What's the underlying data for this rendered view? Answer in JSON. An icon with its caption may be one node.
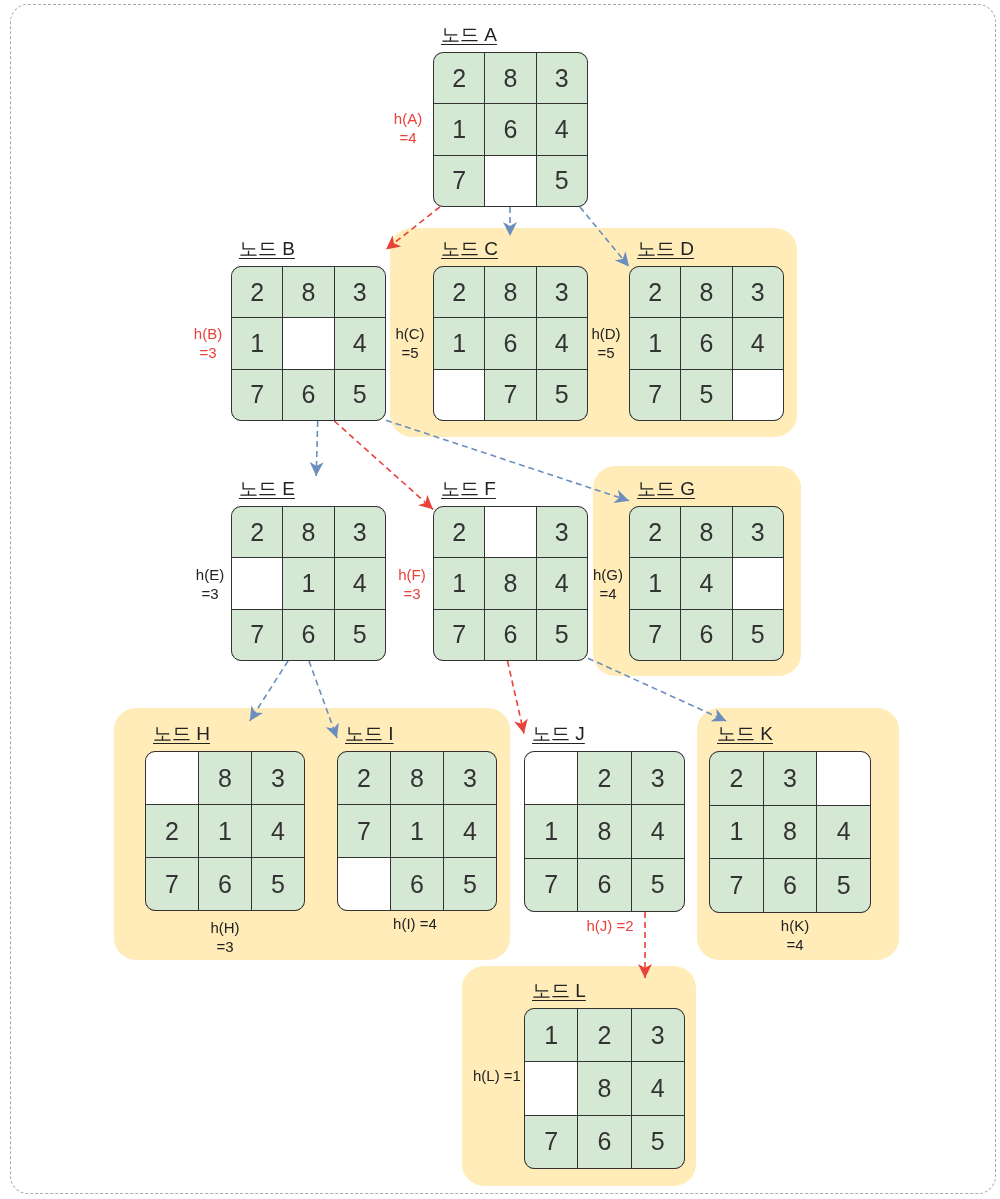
{
  "diagram": {
    "nodes": [
      {
        "text": [
          "노드 A"
        ],
        "beside": [
          "h(A) =4"
        ]
      },
      {
        "text": [
          "노드 B"
        ],
        "beside": [
          "h(B) =3"
        ]
      },
      {
        "text": [],
        "shape": "box"
      },
      {
        "text": [
          "노드 C"
        ],
        "beside": [
          "h(C) =5"
        ],
        "in": 2
      },
      {
        "text": [
          "노드 D"
        ],
        "beside": [
          "h(D) =5"
        ],
        "in": 2
      },
      {
        "text": [
          "노드 E"
        ],
        "beside": [
          "h(E) =3"
        ]
      },
      {
        "text": [
          "노드 F"
        ],
        "beside": [
          "h(F) =3"
        ]
      },
      {
        "text": [],
        "shape": "box"
      },
      {
        "text": [
          "노드 G"
        ],
        "beside": [
          "h(G) =4"
        ],
        "in": 7
      },
      {
        "text": [],
        "shape": "box"
      },
      {
        "text": [
          "노드 H"
        ],
        "beside": [
          "h(H) =3"
        ],
        "in": 9
      },
      {
        "text": [
          "노드 I"
        ],
        "beside": [
          "h(I) =4"
        ],
        "in": 9
      },
      {
        "text": [
          "노드 J"
        ],
        "beside": [
          "h(J) =2"
        ]
      },
      {
        "text": [],
        "shape": "box"
      },
      {
        "text": [
          "노드 K"
        ],
        "beside": [
          "h(K) =4"
        ],
        "in": 13
      },
      {
        "text": [],
        "shape": "box"
      },
      {
        "text": [
          "노드 L"
        ],
        "beside": [
          "h(L) =1"
        ],
        "in": 15
      },
      {
        "text": [
          "2"
        ],
        "in": 0
      },
      {
        "text": [
          "8"
        ],
        "in": 0
      },
      {
        "text": [
          "3"
        ],
        "in": 0
      },
      {
        "text": [
          "1"
        ],
        "in": 0
      },
      {
        "text": [
          "6"
        ],
        "in": 0
      },
      {
        "text": [
          "4"
        ],
        "in": 0
      },
      {
        "text": [
          "7"
        ],
        "in": 0
      },
      {
        "text": [],
        "shape": "box",
        "in": 0
      },
      {
        "text": [
          "5"
        ],
        "in": 0
      },
      {
        "text": [
          "2"
        ],
        "in": 1
      },
      {
        "text": [
          "8"
        ],
        "in": 1
      },
      {
        "text": [
          "3"
        ],
        "in": 1
      },
      {
        "text": [
          "1"
        ],
        "in": 1
      },
      {
        "text": [],
        "shape": "box",
        "in": 1
      },
      {
        "text": [
          "4"
        ],
        "in": 1
      },
      {
        "text": [
          "7"
        ],
        "in": 1
      },
      {
        "text": [
          "6"
        ],
        "in": 1
      },
      {
        "text": [
          "5"
        ],
        "in": 1
      },
      {
        "text": [
          "2"
        ],
        "in": 3
      },
      {
        "text": [
          "8"
        ],
        "in": 3
      },
      {
        "text": [
          "3"
        ],
        "in": 3
      },
      {
        "text": [
          "1"
        ],
        "in": 3
      },
      {
        "text": [
          "6"
        ],
        "in": 3
      },
      {
        "text": [
          "4"
        ],
        "in": 3
      },
      {
        "text": [],
        "shape": "box",
        "in": 3
      },
      {
        "text": [
          "7"
        ],
        "in": 3
      },
      {
        "text": [
          "5"
        ],
        "in": 3
      },
      {
        "text": [
          "2"
        ],
        "in": 4
      },
      {
        "text": [
          "8"
        ],
        "in": 4
      },
      {
        "text": [
          "3"
        ],
        "in": 4
      },
      {
        "text": [
          "1"
        ],
        "in": 4
      },
      {
        "text": [
          "6"
        ],
        "in": 4
      },
      {
        "text": [
          "4"
        ],
        "in": 4
      },
      {
        "text": [
          "7"
        ],
        "in": 4
      },
      {
        "text": [
          "5"
        ],
        "in": 4
      },
      {
        "text": [],
        "shape": "box",
        "in": 4
      },
      {
        "text": [
          "2"
        ],
        "in": 5
      },
      {
        "text": [
          "8"
        ],
        "in": 5
      },
      {
        "text": [
          "3"
        ],
        "in": 5
      },
      {
        "text": [],
        "shape": "box",
        "in": 5
      },
      {
        "text": [
          "1"
        ],
        "in": 5
      },
      {
        "text": [
          "4"
        ],
        "in": 5
      },
      {
        "text": [
          "7"
        ],
        "in": 5
      },
      {
        "text": [
          "6"
        ],
        "in": 5
      },
      {
        "text": [
          "5"
        ],
        "in": 5
      },
      {
        "text": [
          "2"
        ],
        "in": 6
      },
      {
        "text": [],
        "shape": "box",
        "in": 6
      },
      {
        "text": [
          "3"
        ],
        "in": 6
      },
      {
        "text": [
          "1"
        ],
        "in": 6
      },
      {
        "text": [
          "8"
        ],
        "in": 6
      },
      {
        "text": [
          "4"
        ],
        "in": 6
      },
      {
        "text": [
          "7"
        ],
        "in": 6
      },
      {
        "text": [
          "6"
        ],
        "in": 6
      },
      {
        "text": [
          "5"
        ],
        "in": 6
      },
      {
        "text": [
          "2"
        ],
        "in": 8
      },
      {
        "text": [
          "8"
        ],
        "in": 8
      },
      {
        "text": [
          "3"
        ],
        "in": 8
      },
      {
        "text": [
          "1"
        ],
        "in": 8
      },
      {
        "text": [
          "4"
        ],
        "in": 8
      },
      {
        "text": [],
        "shape": "box",
        "in": 8
      },
      {
        "text": [
          "7"
        ],
        "in": 8
      },
      {
        "text": [
          "6"
        ],
        "in": 8
      },
      {
        "text": [
          "5"
        ],
        "in": 8
      },
      {
        "text": [],
        "shape": "box",
        "in": 10
      },
      {
        "text": [
          "8"
        ],
        "in": 10
      },
      {
        "text": [
          "3"
        ],
        "in": 10
      },
      {
        "text": [
          "2"
        ],
        "in": 10
      },
      {
        "text": [
          "1"
        ],
        "in": 10
      },
      {
        "text": [
          "4"
        ],
        "in": 10
      },
      {
        "text": [
          "7"
        ],
        "in": 10
      },
      {
        "text": [
          "6"
        ],
        "in": 10
      },
      {
        "text": [
          "5"
        ],
        "in": 10
      },
      {
        "text": [
          "2"
        ],
        "in": 11
      },
      {
        "text": [
          "8"
        ],
        "in": 11
      },
      {
        "text": [
          "3"
        ],
        "in": 11
      },
      {
        "text": [
          "7"
        ],
        "in": 11
      },
      {
        "text": [
          "1"
        ],
        "in": 11
      },
      {
        "text": [
          "4"
        ],
        "in": 11
      },
      {
        "text": [],
        "shape": "box",
        "in": 11
      },
      {
        "text": [
          "6"
        ],
        "in": 11
      },
      {
        "text": [
          "5"
        ],
        "in": 11
      },
      {
        "text": [],
        "shape": "box",
        "in": 12
      },
      {
        "text": [
          "2"
        ],
        "in": 12
      },
      {
        "text": [
          "3"
        ],
        "in": 12
      },
      {
        "text": [
          "1"
        ],
        "in": 12
      },
      {
        "text": [
          "8"
        ],
        "in": 12
      },
      {
        "text": [
          "4"
        ],
        "in": 12
      },
      {
        "text": [
          "7"
        ],
        "in": 12
      },
      {
        "text": [
          "6"
        ],
        "in": 12
      },
      {
        "text": [
          "5"
        ],
        "in": 12
      },
      {
        "text": [
          "2"
        ],
        "in": 14
      },
      {
        "text": [
          "3"
        ],
        "in": 14
      },
      {
        "text": [],
        "shape": "box",
        "in": 14
      },
      {
        "text": [
          "1"
        ],
        "in": 14
      },
      {
        "text": [
          "8"
        ],
        "in": 14
      },
      {
        "text": [
          "4"
        ],
        "in": 14
      },
      {
        "text": [
          "7"
        ],
        "in": 14
      },
      {
        "text": [
          "6"
        ],
        "in": 14
      },
      {
        "text": [
          "5"
        ],
        "in": 14
      },
      {
        "text": [
          "1"
        ],
        "in": 16
      },
      {
        "text": [
          "2"
        ],
        "in": 16
      },
      {
        "text": [
          "3"
        ],
        "in": 16
      },
      {
        "text": [],
        "shape": "box",
        "in": 16
      },
      {
        "text": [
          "8"
        ],
        "in": 16
      },
      {
        "text": [
          "4"
        ],
        "in": 16
      },
      {
        "text": [
          "7"
        ],
        "in": 16
      },
      {
        "text": [
          "6"
        ],
        "in": 16
      },
      {
        "text": [
          "5"
        ],
        "in": 16
      }
    ],
    "edges": [
      {
        "from": 0,
        "to": 1,
        "arrow": "to",
        "style": "dashed",
        "color": "#e8423a"
      },
      {
        "from": 0,
        "to": 3,
        "arrow": "to",
        "style": "dashed"
      },
      {
        "from": 0,
        "to": 4,
        "arrow": "to",
        "style": "dashed"
      },
      {
        "from": 1,
        "to": 5,
        "arrow": "to",
        "style": "dashed"
      },
      {
        "from": 1,
        "to": 6,
        "arrow": "to",
        "style": "dashed",
        "color": "#e8423a"
      },
      {
        "from": 1,
        "to": 8,
        "arrow": "to",
        "style": "dashed"
      },
      {
        "from": 5,
        "to": 10,
        "arrow": "to",
        "style": "dashed"
      },
      {
        "from": 5,
        "to": 11,
        "arrow": "to",
        "style": "dashed"
      },
      {
        "from": 6,
        "to": 12,
        "arrow": "to",
        "style": "dashed",
        "color": "#e8423a"
      },
      {
        "from": 6,
        "to": 14,
        "arrow": "to",
        "style": "dashed"
      },
      {
        "from": 12,
        "to": 16,
        "arrow": "to",
        "style": "dashed",
        "color": "#e8423a"
      }
    ]
  }
}
